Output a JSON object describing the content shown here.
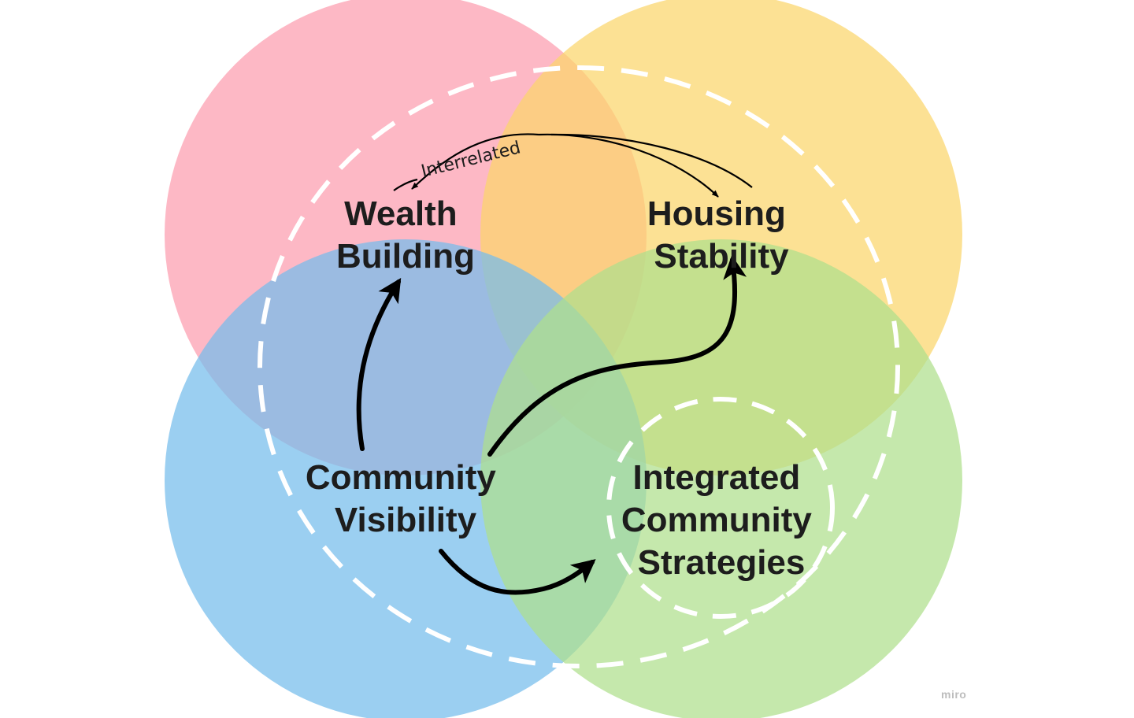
{
  "diagram": {
    "regions": [
      {
        "id": "wealth",
        "line1": "Wealth",
        "line2": "Building",
        "line3": "",
        "color": "#fda4b5"
      },
      {
        "id": "housing",
        "line1": "Housing",
        "line2": "Stability",
        "line3": "",
        "color": "#fbd56b"
      },
      {
        "id": "community",
        "line1": "Community",
        "line2": "Visibility",
        "line3": "",
        "color": "#74bcec"
      },
      {
        "id": "integrated",
        "line1": "Integrated",
        "line2": "Community",
        "line3": "Strategies",
        "color": "#afdf8c"
      }
    ],
    "interrelated_label": "Interrelated",
    "connections": [
      {
        "from": "Community Visibility",
        "to": "Wealth Building"
      },
      {
        "from": "Community Visibility",
        "to": "Housing Stability"
      },
      {
        "from": "Community Visibility",
        "to": "Integrated Community Strategies"
      },
      {
        "from": "Wealth Building",
        "to": "Housing Stability",
        "label": "Interrelated"
      },
      {
        "from": "Housing Stability",
        "to": "Wealth Building",
        "label": "Interrelated"
      }
    ],
    "accent_letter_color": "#1b4d74"
  },
  "watermark": "miro"
}
